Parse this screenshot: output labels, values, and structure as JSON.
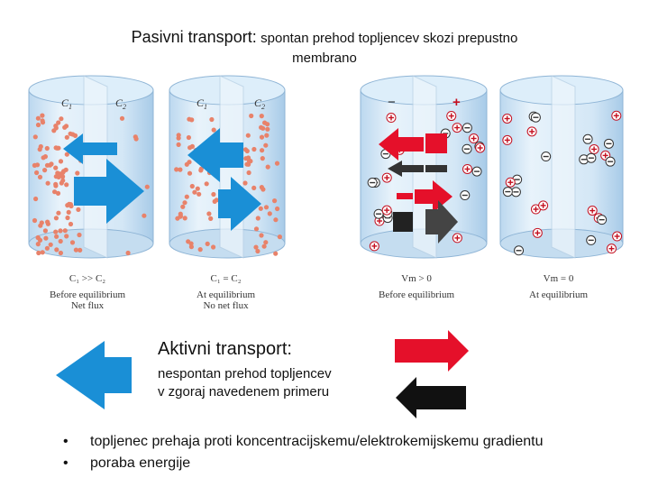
{
  "title": {
    "bold": "Pasivni transport:",
    "line1": "spontan prehod topljencev skozi prepustno",
    "line2": "membrano"
  },
  "panels": [
    {
      "c_left": "C",
      "c_left_sub": "1",
      "c_right": "C",
      "c_right_sub": "2",
      "cap1": "C₁ >> C₂",
      "cap2": "Before equilibrium",
      "cap3": "Net flux"
    },
    {
      "c_left": "C",
      "c_left_sub": "1",
      "c_right": "C",
      "c_right_sub": "2",
      "cap1": "C₁ = C₂",
      "cap2": "At equilibrium",
      "cap3": "No net flux"
    },
    {
      "sign_left": "−",
      "sign_right": "+",
      "cap1": "Vm > 0",
      "cap2": "Before equilibrium"
    },
    {
      "cap1": "Vm = 0",
      "cap2": "At equilibrium"
    }
  ],
  "active": {
    "title": "Aktivni transport:",
    "line1": "nespontan prehod topljencev",
    "line2": "v zgoraj navedenem primeru"
  },
  "bullets": [
    {
      "marker": "•",
      "text": "topljenec prehaja proti koncentracijskemu/elektrokemijskemu gradientu"
    },
    {
      "marker": "•",
      "text": "poraba energije"
    }
  ],
  "colors": {
    "blue": "#1a8fd6",
    "red": "#e5102a",
    "black": "#111111",
    "dots": "#e8826a"
  }
}
